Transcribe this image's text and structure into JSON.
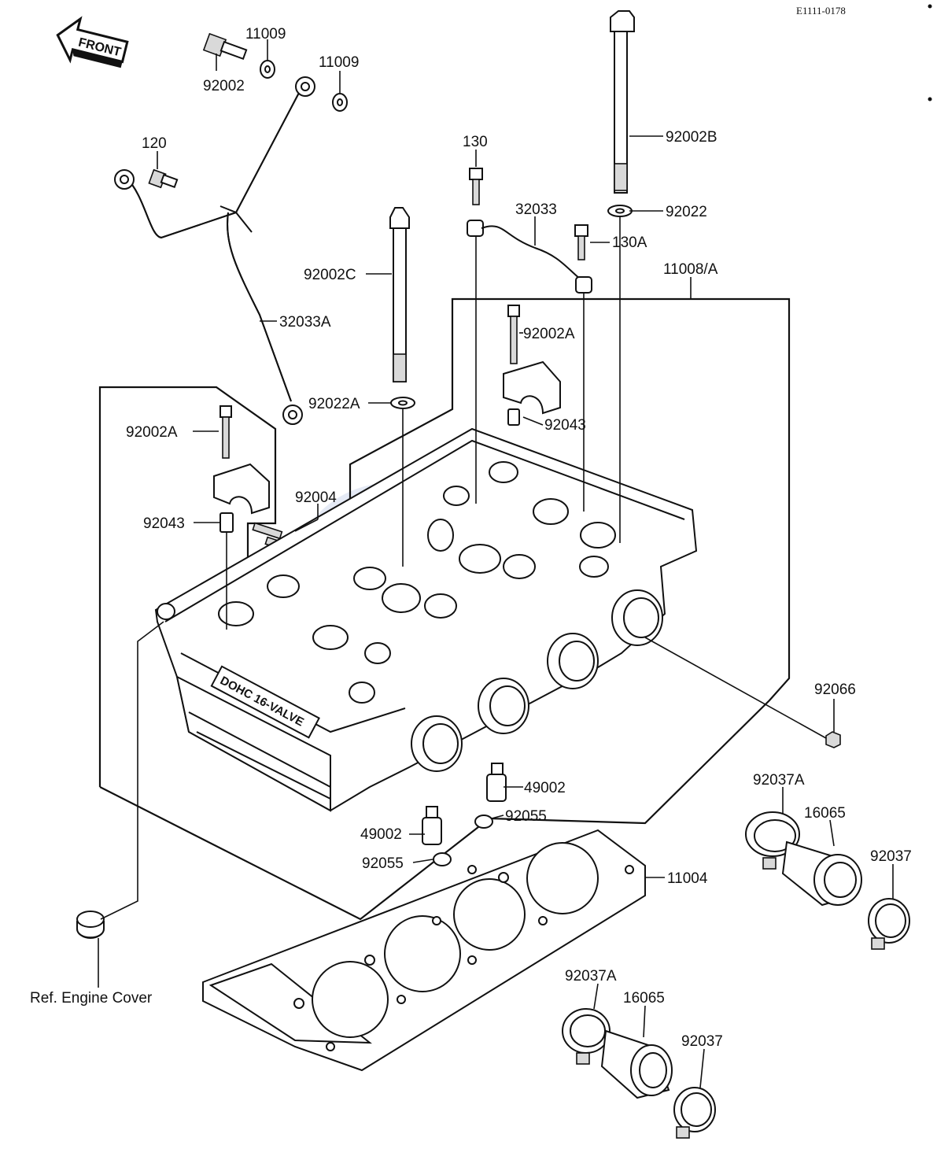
{
  "diagram_code": "E1111-0178",
  "front_arrow_label": "FRONT",
  "engine_text": "DOHC 16-VALVE",
  "reference_note": "Ref. Engine Cover",
  "callouts": [
    {
      "id": "11009_a",
      "text": "11009"
    },
    {
      "id": "11009_b",
      "text": "11009"
    },
    {
      "id": "92002",
      "text": "92002"
    },
    {
      "id": "120",
      "text": "120"
    },
    {
      "id": "130",
      "text": "130"
    },
    {
      "id": "32033",
      "text": "32033"
    },
    {
      "id": "130A",
      "text": "130A"
    },
    {
      "id": "92002B",
      "text": "92002B"
    },
    {
      "id": "92022",
      "text": "92022"
    },
    {
      "id": "92002C",
      "text": "92002C"
    },
    {
      "id": "11008A",
      "text": "11008/A"
    },
    {
      "id": "32033A",
      "text": "32033A"
    },
    {
      "id": "92002A_top",
      "text": "92002A"
    },
    {
      "id": "92022A",
      "text": "92022A"
    },
    {
      "id": "92043_right",
      "text": "92043"
    },
    {
      "id": "92002A_left",
      "text": "92002A"
    },
    {
      "id": "92004",
      "text": "92004"
    },
    {
      "id": "92043_left",
      "text": "92043"
    },
    {
      "id": "92066",
      "text": "92066"
    },
    {
      "id": "49002_right",
      "text": "49002"
    },
    {
      "id": "92055_right",
      "text": "92055"
    },
    {
      "id": "92037A_right",
      "text": "92037A"
    },
    {
      "id": "16065_right",
      "text": "16065"
    },
    {
      "id": "49002_left",
      "text": "49002"
    },
    {
      "id": "92055_left",
      "text": "92055"
    },
    {
      "id": "92037_right",
      "text": "92037"
    },
    {
      "id": "11004",
      "text": "11004"
    },
    {
      "id": "92037A_low",
      "text": "92037A"
    },
    {
      "id": "16065_low",
      "text": "16065"
    },
    {
      "id": "92037_low",
      "text": "92037"
    }
  ]
}
